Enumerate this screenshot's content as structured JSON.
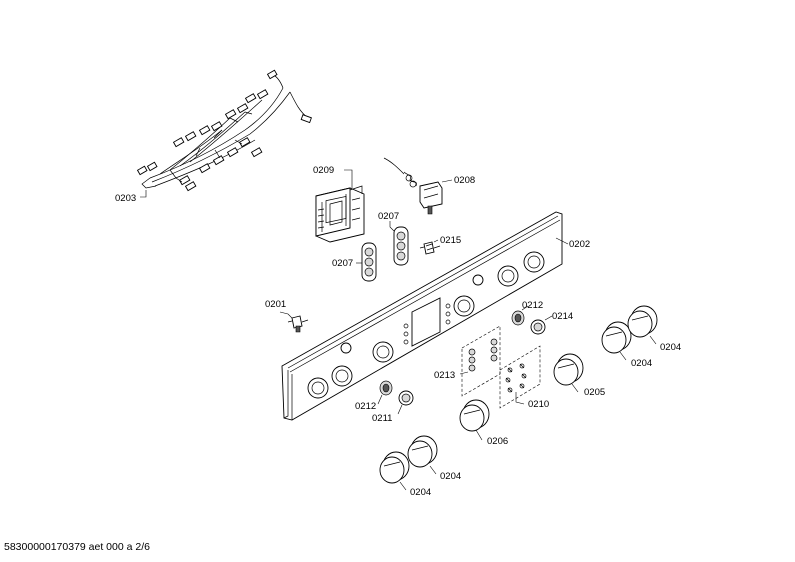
{
  "labels": {
    "p0203": "0203",
    "p0209": "0209",
    "p0208": "0208",
    "p0207a": "0207",
    "p0207b": "0207",
    "p0215": "0215",
    "p0202": "0202",
    "p0201": "0201",
    "p0212a": "0212",
    "p0214": "0214",
    "p0213": "0213",
    "p0212b": "0212",
    "p0211": "0211",
    "p0210": "0210",
    "p0205": "0205",
    "p0206": "0206",
    "p0204a": "0204",
    "p0204b": "0204",
    "p0204c": "0204",
    "p0204d": "0204"
  },
  "footer": "58300000170379 aet 000 a 2/6"
}
